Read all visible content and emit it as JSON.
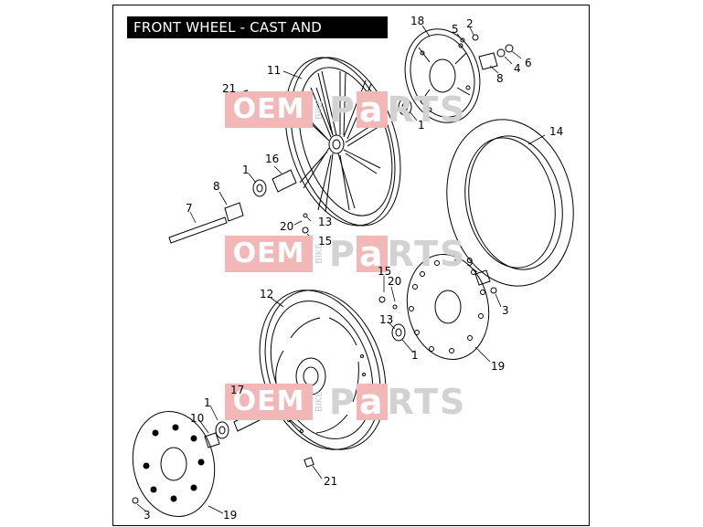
{
  "title": "FRONT WHEEL - CAST AND SLOTTED",
  "watermark": {
    "oem": "OEM",
    "bike": "BIKE",
    "parts_pre": "P",
    "parts_a": "a",
    "parts_post": "RTS"
  },
  "callouts": [
    "18",
    "2",
    "5",
    "4",
    "6",
    "8",
    "11",
    "21",
    "1",
    "14",
    "16",
    "1",
    "8",
    "7",
    "20",
    "13",
    "15",
    "15",
    "9",
    "20",
    "12",
    "13",
    "3",
    "1",
    "19",
    "17",
    "1",
    "10",
    "21",
    "3",
    "19"
  ]
}
